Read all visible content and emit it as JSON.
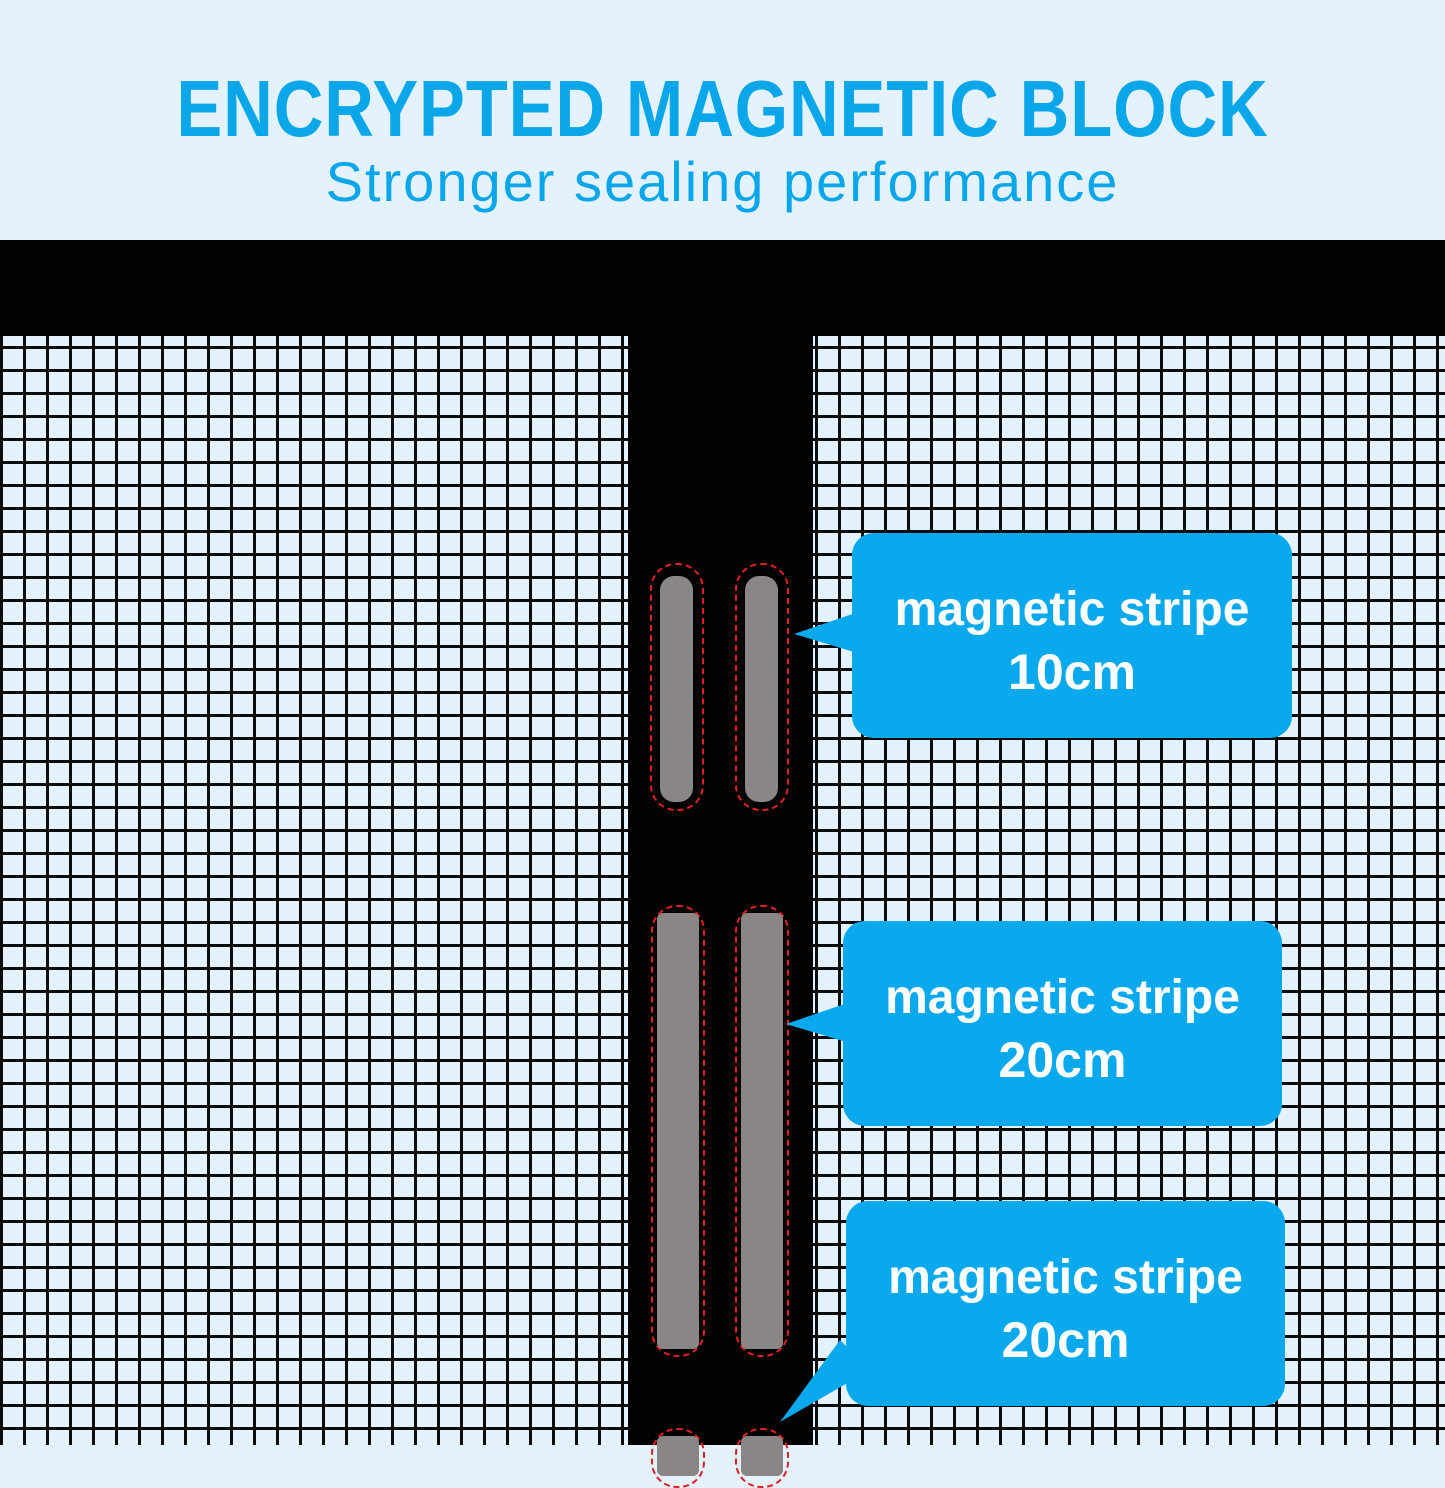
{
  "header": {
    "title": "ENCRYPTED MAGNETIC BLOCK",
    "subtitle": "Stronger sealing performance"
  },
  "colors": {
    "accent_blue": "#0AA9EE",
    "background_light": "#E3F2FC",
    "frame_black": "#020202",
    "stripe_gray": "#8A8686",
    "stitch_red": "#E02020"
  },
  "callouts": [
    {
      "label": "magnetic stripe",
      "length": "10cm"
    },
    {
      "label": "magnetic stripe",
      "length": "20cm"
    },
    {
      "label": "magnetic stripe",
      "length": "20cm"
    }
  ],
  "stripes": [
    {
      "size": "10cm",
      "count": 2
    },
    {
      "size": "20cm",
      "count": 2
    },
    {
      "size": "20cm",
      "count": 2,
      "partially_visible": true
    }
  ]
}
